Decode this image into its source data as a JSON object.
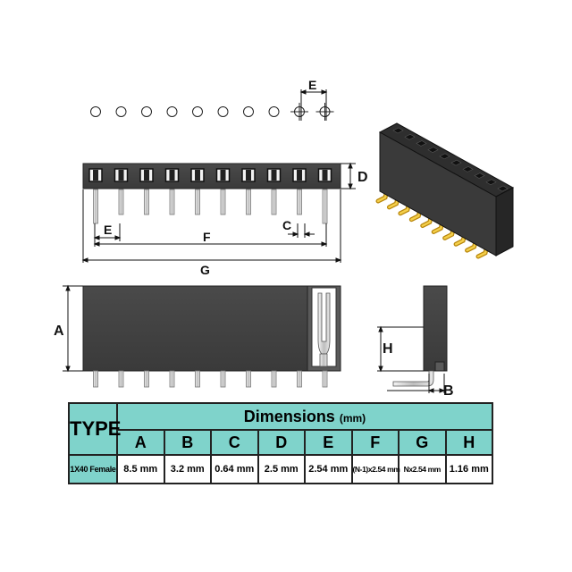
{
  "diagram": {
    "labels": {
      "A": "A",
      "B": "B",
      "C": "C",
      "D": "D",
      "E": "E",
      "F": "F",
      "G": "G",
      "H": "H"
    }
  },
  "table": {
    "type_header": "TYPE",
    "dimensions_header": "Dimensions",
    "unit": "(mm)",
    "columns": [
      "A",
      "B",
      "C",
      "D",
      "E",
      "F",
      "G",
      "H"
    ],
    "row": {
      "type": "1X40 Female",
      "values": [
        "8.5 mm",
        "3.2 mm",
        "0.64 mm",
        "2.5 mm",
        "2.54 mm",
        "(N-1)x2.54 mm",
        "Nx2.54 mm",
        "1.16 mm"
      ]
    }
  },
  "colors": {
    "header_bg": "#7fd3cb",
    "housing": "#555555",
    "pin": "#d6a21a"
  }
}
